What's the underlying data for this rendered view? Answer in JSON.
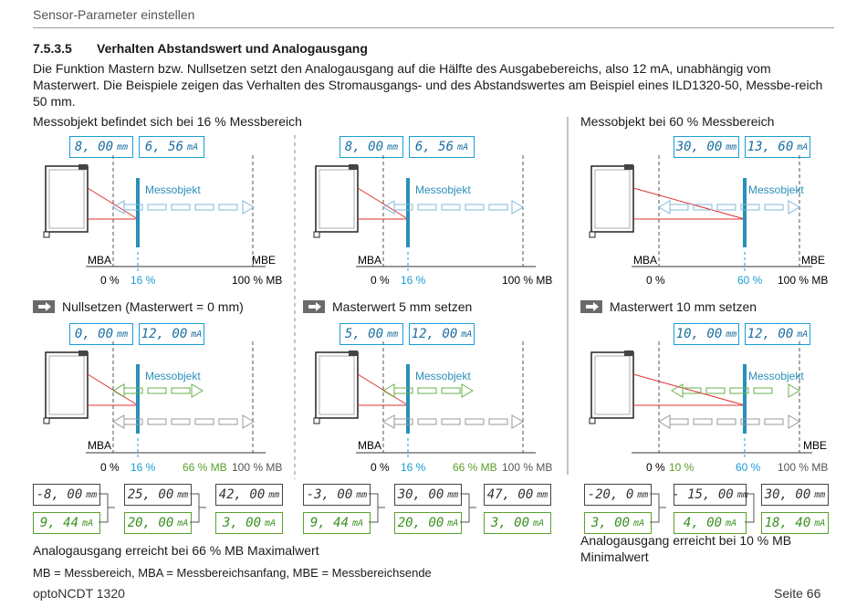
{
  "header": {
    "title": "Sensor-Parameter einstellen"
  },
  "section": {
    "number": "7.5.3.5",
    "title": "Verhalten Abstandswert und Analogausgang",
    "intro": "Die Funktion Mastern bzw. Nullsetzen setzt den Analogausgang auf die Hälfte des Ausgabebereichs, also 12 mA, unabhängig vom Masterwert. Die Beispiele zeigen das Verhalten des Stromausgangs- und des Abstandswertes am Beispiel eines ILD1320-50, Messbe-reich 50 mm."
  },
  "captions": {
    "left_top": "Messobjekt befindet sich bei 16 % Messbereich",
    "right_top": "Messobjekt bei 60 % Messbereich",
    "step1": "Nullsetzen (Masterwert = 0 mm)",
    "step2": "Masterwert 5 mm setzen",
    "step3": "Masterwert 10 mm setzen",
    "left_bottom": "Analogausgang erreicht bei 66 % MB Maximalwert",
    "right_bottom_1": "Analogausgang erreicht bei 10 % MB",
    "right_bottom_2": "Minimalwert"
  },
  "diagram_labels": {
    "target": "Messobjekt",
    "mba": "MBA",
    "mbe": "MBE",
    "p0": "0 %",
    "p16": "16 %",
    "p60": "60 %",
    "p66": "66 % MB",
    "p10": "10 %",
    "p100": "100 % MB"
  },
  "displays": {
    "a1": {
      "value": "8, 00",
      "unit": "mm"
    },
    "a2": {
      "value": "6, 56",
      "unit": "mA"
    },
    "b1": {
      "value": "8, 00",
      "unit": "mm"
    },
    "b2": {
      "value": "6, 56",
      "unit": "mA"
    },
    "c1": {
      "value": "30, 00",
      "unit": "mm"
    },
    "c2": {
      "value": "13, 60",
      "unit": "mA"
    },
    "d1": {
      "value": "0, 00",
      "unit": "mm"
    },
    "d2": {
      "value": "12, 00",
      "unit": "mA"
    },
    "e1": {
      "value": "5, 00",
      "unit": "mm"
    },
    "e2": {
      "value": "12, 00",
      "unit": "mA"
    },
    "f1": {
      "value": "10, 00",
      "unit": "mm"
    },
    "f2": {
      "value": "12, 00",
      "unit": "mA"
    },
    "g1": {
      "value": "-8, 00",
      "unit": "mm"
    },
    "g2": {
      "value": "9, 44",
      "unit": "mA"
    },
    "g3": {
      "value": "25, 00",
      "unit": "mm"
    },
    "g4": {
      "value": "20, 00",
      "unit": "mA"
    },
    "g5": {
      "value": "42, 00",
      "unit": "mm"
    },
    "g6": {
      "value": "3, 00",
      "unit": "mA"
    },
    "h1": {
      "value": "-3, 00",
      "unit": "mm"
    },
    "h2": {
      "value": "9, 44",
      "unit": "mA"
    },
    "h3": {
      "value": "30, 00",
      "unit": "mm"
    },
    "h4": {
      "value": "20, 00",
      "unit": "mA"
    },
    "h5": {
      "value": "47, 00",
      "unit": "mm"
    },
    "h6": {
      "value": "3, 00",
      "unit": "mA"
    },
    "i1": {
      "value": "-20, 0",
      "unit": "mm"
    },
    "i2": {
      "value": "3, 00",
      "unit": "mA"
    },
    "i3": {
      "value": "- 15, 00",
      "unit": "mm"
    },
    "i4": {
      "value": "4, 00",
      "unit": "mA"
    },
    "i5": {
      "value": "30, 00",
      "unit": "mm"
    },
    "i6": {
      "value": "18, 40",
      "unit": "mA"
    }
  },
  "legend": {
    "text": "MB = Messbereich, MBA = Messbereichsanfang, MBE = Messbereichsende"
  },
  "footer": {
    "left": "optoNCDT 1320",
    "right": "Seite 66"
  },
  "colors": {
    "blue": "#1a9dd6",
    "target": "#2a8fb8",
    "green": "#6ab04c",
    "laser": "#e03030"
  }
}
